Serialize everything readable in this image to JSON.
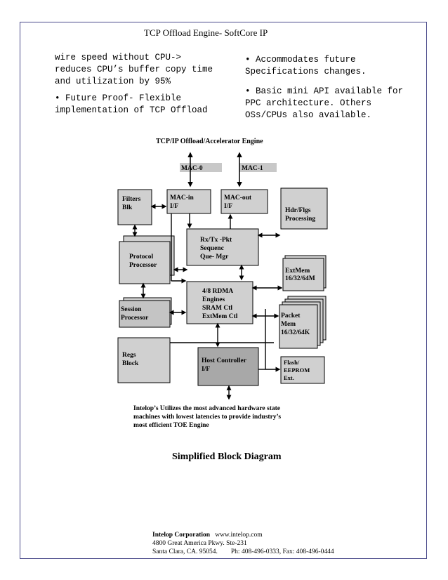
{
  "header": {
    "title": "TCP Offload Engine- SoftCore IP"
  },
  "left_column": {
    "para1": "wire speed without CPU->\nreduces CPU’s buffer copy time\nand utilization by 95%",
    "para2": "• Future Proof- Flexible\nimplementation of TCP Offload"
  },
  "right_column": {
    "para1": "• Accommodates future\nSpecifications changes.",
    "para2": "• Basic mini API available for\nPPC architecture. Others\nOSs/CPUs also available."
  },
  "diagram": {
    "title": "TCP/IP Offload/Accelerator Engine",
    "blocks": {
      "mac0": "MAC-0",
      "mac1": "MAC-1",
      "filters": [
        "Filters",
        "Blk"
      ],
      "mac_in": [
        "MAC-in",
        "I/F"
      ],
      "mac_out": [
        "MAC-out",
        "I/F"
      ],
      "hdr": [
        "Hdr/Flgs",
        "Processing"
      ],
      "rxtx": [
        "Rx/Tx -Pkt",
        "Sequenc",
        "Que- Mgr"
      ],
      "protocol": [
        "Protocol",
        "Processor"
      ],
      "extmem": [
        "ExtMem",
        "16/32/64M"
      ],
      "rdma": [
        "4/8 RDMA",
        "Engines",
        "SRAM  Ctl",
        "ExtMem  Ctl"
      ],
      "session": [
        "Session",
        "Processor"
      ],
      "packet": [
        "Packet",
        "Mem",
        "16/32/64K"
      ],
      "regs": [
        "Regs",
        "Block"
      ],
      "host": [
        "Host Controller",
        "I/F"
      ],
      "flash": [
        "Flash/",
        "EEPROM",
        "Ext."
      ]
    },
    "note": [
      "Intelop’s Utilizes the most advanced hardware state",
      "machines with lowest latencies to provide industry’s",
      "most efficient TOE Engine"
    ]
  },
  "caption": "Simplified Block Diagram",
  "footer": {
    "company": "Intelop Corporation",
    "website": "www.intelop.com",
    "address1": "4800 Great America Pkwy. Ste-231",
    "address2": "Santa Clara, CA. 95054.",
    "phone_fax": "Ph: 408-496-0333, Fax: 408-496-0444"
  }
}
